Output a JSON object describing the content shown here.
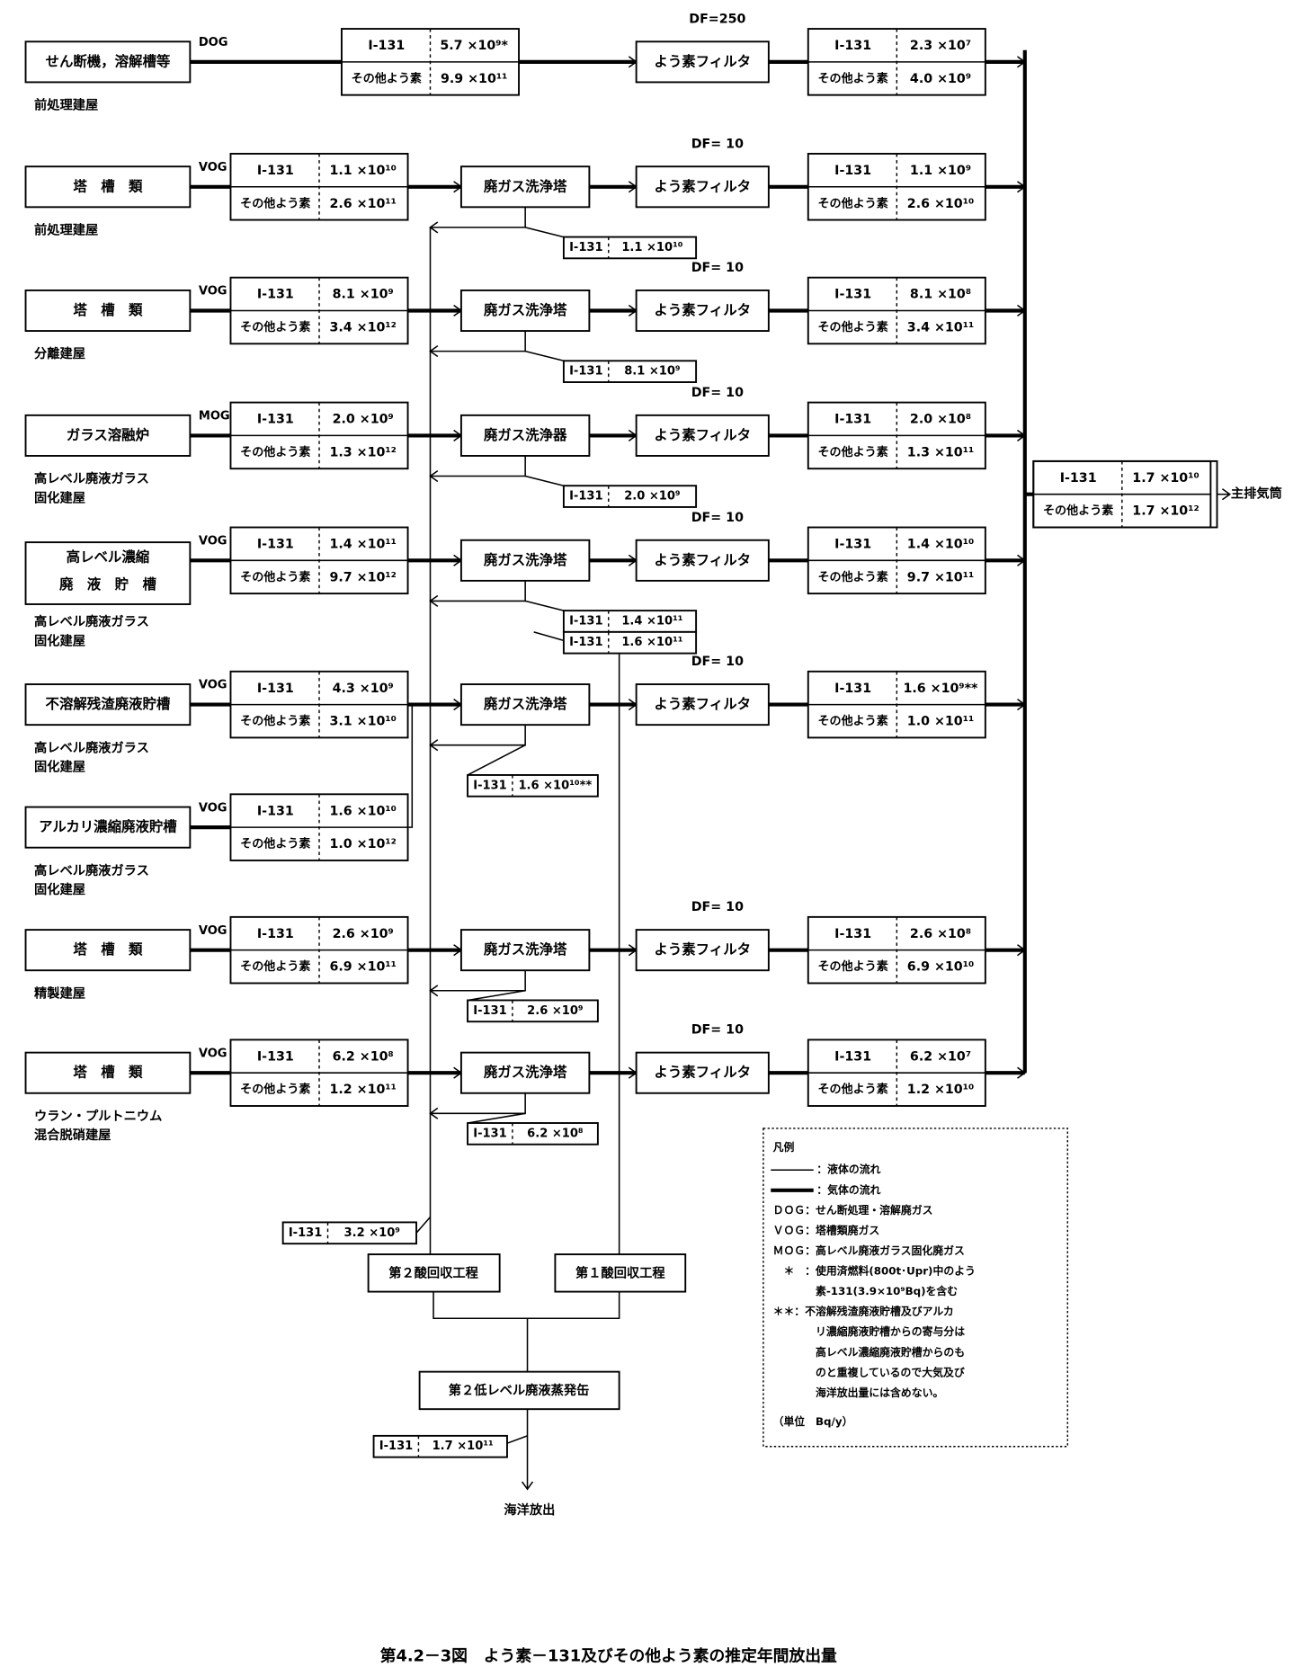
{
  "labels": {
    "i131": "I-131",
    "other": "その他よう素"
  },
  "rows": [
    {
      "source": [
        "せん断機，溶解槽等"
      ],
      "building": [
        "前処理建屋"
      ],
      "gas": "DOG",
      "in_i131": "5.7 ×10⁹*",
      "in_other": "9.9 ×10¹¹",
      "scrubber": null,
      "df": "DF=250",
      "filter": "よう素フィルタ",
      "out_i131": "2.3 ×10⁷",
      "out_other": "4.0 ×10⁹",
      "liquid": null
    },
    {
      "source": [
        "塔　槽　類"
      ],
      "building": [
        "前処理建屋"
      ],
      "gas": "VOG",
      "in_i131": "1.1 ×10¹⁰",
      "in_other": "2.6 ×10¹¹",
      "scrubber": "廃ガス洗浄塔",
      "df": "DF= 10",
      "filter": "よう素フィルタ",
      "out_i131": "1.1 ×10⁹",
      "out_other": "2.6 ×10¹⁰",
      "liquid": "1.1 ×10¹⁰"
    },
    {
      "source": [
        "塔　槽　類"
      ],
      "building": [
        "分離建屋"
      ],
      "gas": "VOG",
      "in_i131": "8.1 ×10⁹",
      "in_other": "3.4 ×10¹²",
      "scrubber": "廃ガス洗浄塔",
      "df": "DF= 10",
      "filter": "よう素フィルタ",
      "out_i131": "8.1 ×10⁸",
      "out_other": "3.4 ×10¹¹",
      "liquid": "8.1 ×10⁹"
    },
    {
      "source": [
        "ガラス溶融炉"
      ],
      "building": [
        "高レベル廃液ガラス",
        "固化建屋"
      ],
      "gas": "MOG",
      "in_i131": "2.0 ×10⁹",
      "in_other": "1.3 ×10¹²",
      "scrubber": "廃ガス洗浄器",
      "df": "DF= 10",
      "filter": "よう素フィルタ",
      "out_i131": "2.0 ×10⁸",
      "out_other": "1.3 ×10¹¹",
      "liquid": "2.0 ×10⁹"
    },
    {
      "source": [
        "高レベル濃縮",
        "廃　液　貯　槽"
      ],
      "building": [
        "高レベル廃液ガラス",
        "固化建屋"
      ],
      "gas": "VOG",
      "in_i131": "1.4 ×10¹¹",
      "in_other": "9.7 ×10¹²",
      "scrubber": "廃ガス洗浄塔",
      "df": "DF= 10",
      "filter": "よう素フィルタ",
      "out_i131": "1.4 ×10¹⁰",
      "out_other": "9.7 ×10¹¹",
      "liquid": "1.4 ×10¹¹",
      "liquid2": "1.6 ×10¹¹"
    },
    {
      "source": [
        "不溶解残渣廃液貯槽"
      ],
      "building": [
        "高レベル廃液ガラス",
        "固化建屋"
      ],
      "gas": "VOG",
      "in_i131": "4.3 ×10⁹",
      "in_other": "3.1 ×10¹⁰",
      "scrubber": "廃ガス洗浄塔",
      "df": "DF= 10",
      "filter": "よう素フィルタ",
      "out_i131": "1.6 ×10⁹**",
      "out_other": "1.0 ×10¹¹",
      "liquid": "1.6 ×10¹⁰**"
    },
    {
      "source": [
        "アルカリ濃縮廃液貯槽"
      ],
      "building": [
        "高レベル廃液ガラス",
        "固化建屋"
      ],
      "gas": "VOG",
      "in_i131": "1.6 ×10¹⁰",
      "in_other": "1.0 ×10¹²",
      "scrubber": null,
      "df": null,
      "filter": null,
      "out_i131": null,
      "out_other": null,
      "liquid": null
    },
    {
      "source": [
        "塔　槽　類"
      ],
      "building": [
        "精製建屋"
      ],
      "gas": "VOG",
      "in_i131": "2.6 ×10⁹",
      "in_other": "6.9 ×10¹¹",
      "scrubber": "廃ガス洗浄塔",
      "df": "DF= 10",
      "filter": "よう素フィルタ",
      "out_i131": "2.6 ×10⁸",
      "out_other": "6.9 ×10¹⁰",
      "liquid": "2.6 ×10⁹"
    },
    {
      "source": [
        "塔　槽　類"
      ],
      "building": [
        "ウラン・プルトニウム",
        "混合脱硝建屋"
      ],
      "gas": "VOG",
      "in_i131": "6.2 ×10⁸",
      "in_other": "1.2 ×10¹¹",
      "scrubber": "廃ガス洗浄塔",
      "df": "DF= 10",
      "filter": "よう素フィルタ",
      "out_i131": "6.2 ×10⁷",
      "out_other": "1.2 ×10¹⁰",
      "liquid": "6.2 ×10⁸"
    }
  ],
  "main_stack": {
    "i131": "1.7 ×10¹⁰",
    "other": "1.7 ×10¹²",
    "label": "主排気筒"
  },
  "liquid_side": {
    "second_acid_input": "3.2 ×10⁹",
    "second_acid": "第２酸回収工程",
    "first_acid": "第１酸回収工程",
    "evaporator": "第２低レベル廃液蒸発缶",
    "ocean_i131": "1.7 ×10¹¹",
    "ocean_label": "海洋放出"
  },
  "legend": {
    "title": "凡例",
    "items": [
      "：液体の流れ",
      "：気体の流れ",
      "ＤＯＧ：せん断処理・溶解廃ガス",
      "ＶＯＧ：塔槽類廃ガス",
      "ＭＯＧ：高レベル廃液ガラス固化廃ガス",
      "　＊　：使用済燃料(800t･Upr)中のよう",
      "　　　　素-131(3.9×10⁹Bq)を含む",
      "＊＊：不溶解残渣廃液貯槽及びアルカ",
      "　　　　リ濃縮廃液貯槽からの寄与分は",
      "　　　　高レベル濃縮廃液貯槽からのも",
      "　　　　のと重複しているので大気及び",
      "　　　　海洋放出量には含めない。",
      "（単位　Bq/y）"
    ]
  },
  "caption": "第4.2－3図　よう素－131及びその他よう素の推定年間放出量"
}
